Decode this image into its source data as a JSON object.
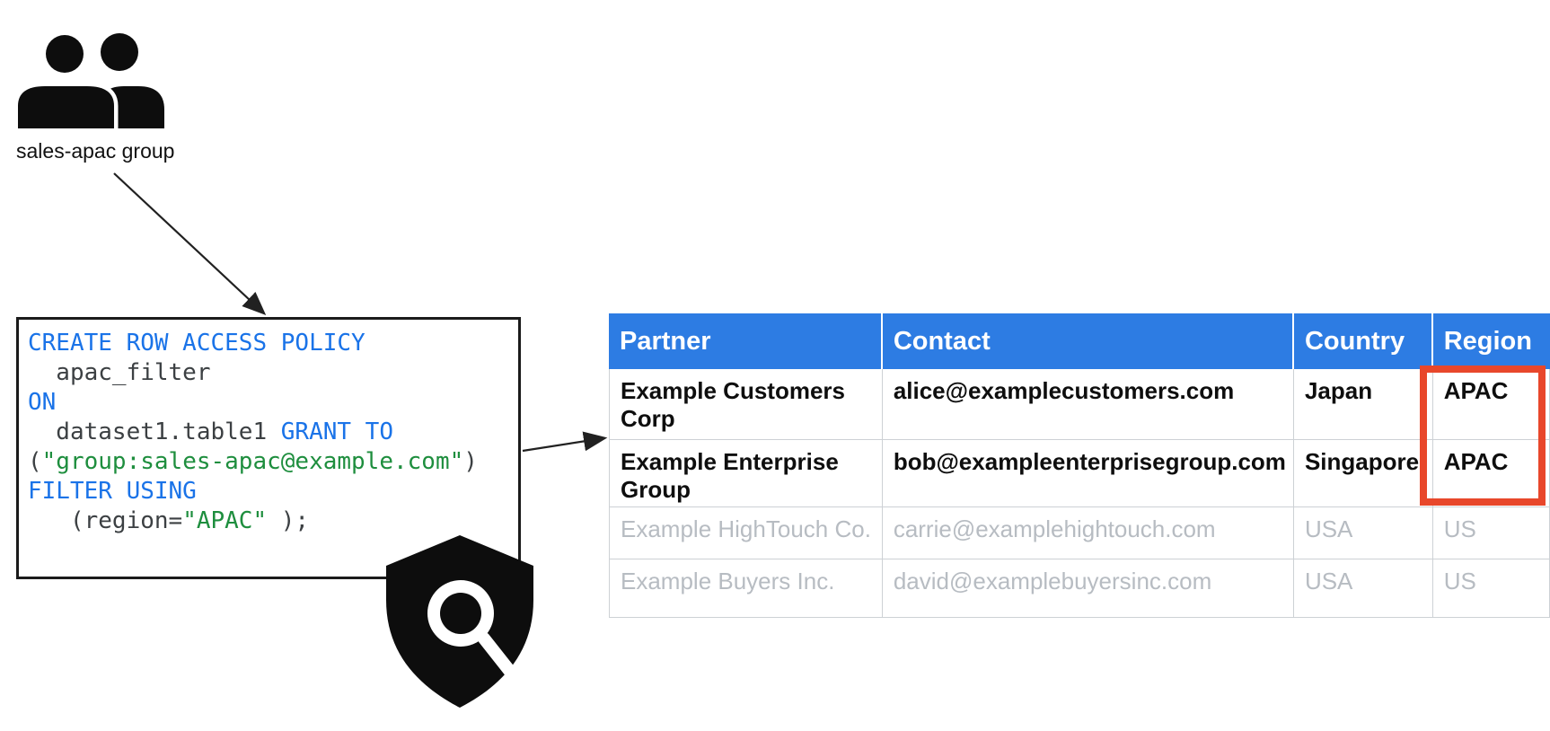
{
  "group": {
    "label": "sales-apac group"
  },
  "policy_code": {
    "l1_kw": "CREATE ROW ACCESS POLICY",
    "l2_plain": "  apac_filter",
    "l3_kw": "ON",
    "l4_plain": "  dataset1.table1 ",
    "l4_kw": "GRANT TO",
    "l5_open": "(",
    "l5_str": "\"group:sales-apac@example.com\"",
    "l5_close": ")",
    "l6_kw": "FILTER USING",
    "l7_a": "   (region=",
    "l7_str": "\"APAC\"",
    "l7_b": " );"
  },
  "table": {
    "headers": [
      "Partner",
      "Contact",
      "Country",
      "Region"
    ],
    "rows": [
      {
        "partner": "Example Customers Corp",
        "contact": "alice@examplecustomers.com",
        "country": "Japan",
        "region": "APAC",
        "granted": true
      },
      {
        "partner": "Example Enterprise Group",
        "contact": "bob@exampleenterprisegroup.com",
        "country": "Singapore",
        "region": "APAC",
        "granted": true
      },
      {
        "partner": "Example HighTouch Co.",
        "contact": "carrie@examplehightouch.com",
        "country": "USA",
        "region": "US",
        "granted": false
      },
      {
        "partner": "Example Buyers Inc.",
        "contact": "david@examplebuyersinc.com",
        "country": "USA",
        "region": "US",
        "granted": false
      }
    ]
  },
  "icons": {
    "group": "people-group-icon",
    "policy": "shield-search-icon"
  },
  "colors": {
    "header-blue": "#2D7CE3",
    "kw-blue": "#1A73E8",
    "str-green": "#1E8E3E",
    "code-plain": "#3C4043",
    "highlight-red": "#E8472B",
    "muted-gray": "#B7BCC2",
    "border-gray": "#CDD1D5",
    "ink": "#1B1B1B"
  }
}
